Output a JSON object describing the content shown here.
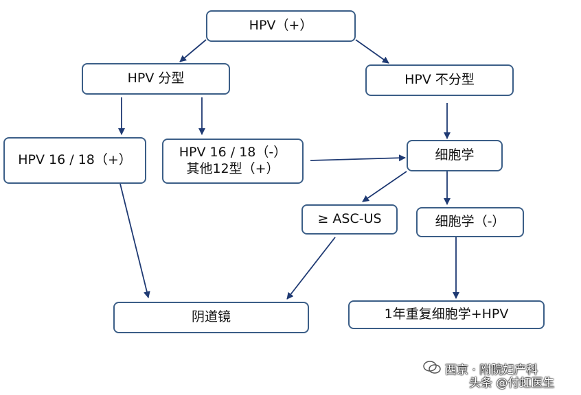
{
  "nodes": {
    "hpv_pos": "HPV（+）",
    "hpv_typed": "HPV 分型",
    "hpv_untyped": "HPV 不分型",
    "hpv1618_pos": "HPV 16 / 18（+）",
    "hpv1618_neg_line1": "HPV 16 / 18（-）",
    "hpv1618_neg_line2": "其他12型（+）",
    "cytology": "细胞学",
    "asc_us": "≥ ASC-US",
    "cytology_neg": "细胞学（-）",
    "colposcopy": "阴道镜",
    "repeat": "1年重复细胞学+HPV"
  },
  "watermark": {
    "line1": "西京 · 附院妇产科",
    "line2": "头条 @付虹医生",
    "icon": "wechat-icon"
  },
  "colors": {
    "border": "#3b5e87",
    "arrow": "#1f3a73"
  }
}
